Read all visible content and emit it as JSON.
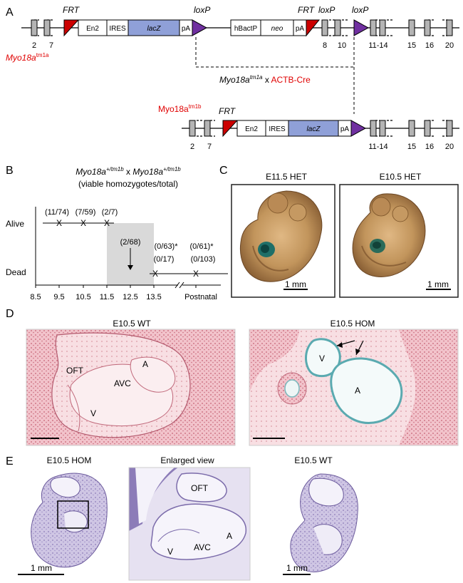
{
  "panel_a": {
    "letter": "A",
    "allele1": {
      "base": "Myo18a",
      "sup": "tm1a"
    },
    "allele2": {
      "base": "Myo18a",
      "sup": "tm1b"
    },
    "exons_top": [
      "2",
      "7",
      "8",
      "10",
      "11-14",
      "15",
      "16",
      "20"
    ],
    "exons_bottom": [
      "2",
      "7",
      "11-14",
      "15",
      "16",
      "20"
    ],
    "cassette": {
      "frt": "FRT",
      "en2": "En2",
      "ires": "IRES",
      "lacz": "lacZ",
      "pa": "pA",
      "hbactp": "hBactP",
      "neo": "neo",
      "loxp": "loxP"
    },
    "cross": {
      "allele": "Myo18a",
      "sup": "tm1a",
      "x": " x ",
      "cre": "ACTB-Cre"
    },
    "colors": {
      "frt": "#cc0000",
      "loxp": "#7030a0",
      "lacz": "#8fa0d8",
      "exon": "#b4b4b4",
      "red_text": "#e00000"
    }
  },
  "panel_b": {
    "letter": "B",
    "cross_a": "Myo18a",
    "sup_a": "+/tm1b",
    "cross_x": " x ",
    "cross_b": "Myo18a",
    "sup_b": "+/tm1b",
    "subtitle": "(viable homozygotes/total)",
    "alive_label": "Alive",
    "dead_label": "Dead",
    "x_ticks": [
      "8.5",
      "9.5",
      "10.5",
      "11.5",
      "12.5",
      "13.5",
      "Postnatal"
    ],
    "alive_counts": [
      "(11/74)",
      "(7/59)",
      "(2/7)"
    ],
    "dead_counts": [
      "(2/68)",
      "(0/63)*",
      "(0/17)",
      "(0/61)*",
      "(0/103)"
    ]
  },
  "panel_c": {
    "letter": "C",
    "left_title": "E11.5 HET",
    "right_title": "E10.5 HET",
    "scale": "1 mm"
  },
  "panel_d": {
    "letter": "D",
    "left_title": "E10.5 WT",
    "right_title": "E10.5 HOM",
    "labels_left": [
      "OFT",
      "A",
      "AVC",
      "V"
    ],
    "labels_right": [
      "V",
      "A"
    ]
  },
  "panel_e": {
    "letter": "E",
    "titles": [
      "E10.5 HOM",
      "Enlarged view",
      "E10.5 WT"
    ],
    "labels_mid": [
      "OFT",
      "V",
      "AVC",
      "A"
    ],
    "scale": "1 mm"
  }
}
